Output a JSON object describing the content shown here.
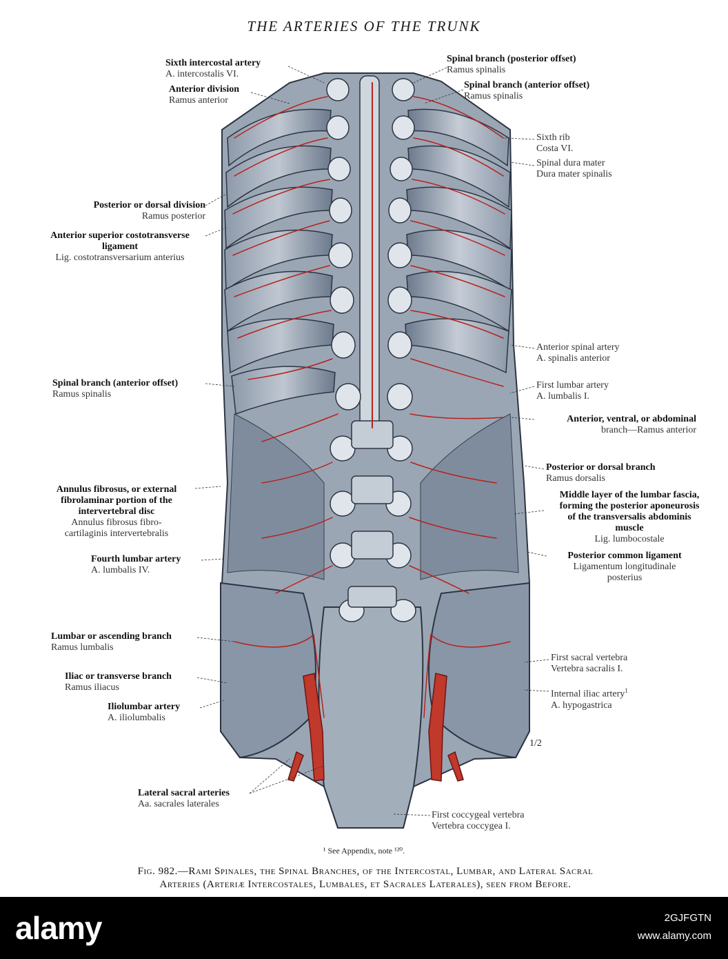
{
  "title": "THE ARTERIES OF THE TRUNK",
  "labels": {
    "sixth_intercostal": {
      "en": "Sixth intercostal artery",
      "la": "A. intercostalis VI."
    },
    "anterior_division": {
      "en": "Anterior division",
      "la": "Ramus anterior"
    },
    "spinal_posterior_offset": {
      "en": "Spinal branch (posterior offset)",
      "la": "Ramus spinalis"
    },
    "spinal_anterior_offset_top": {
      "en": "Spinal branch (anterior offset)",
      "la": "Ramus spinalis"
    },
    "sixth_rib": {
      "en": "Sixth rib",
      "la": "Costa VI."
    },
    "spinal_dura": {
      "en": "Spinal dura mater",
      "la": "Dura mater spinalis"
    },
    "posterior_dorsal_division": {
      "en": "Posterior or dorsal division",
      "la": "Ramus posterior"
    },
    "costotransverse": {
      "en1": "Anterior superior costotransverse",
      "en2": "ligament",
      "la": "Lig. costotransversarium anterius"
    },
    "anterior_spinal_artery": {
      "en": "Anterior spinal artery",
      "la": "A. spinalis anterior"
    },
    "spinal_anterior_offset_left": {
      "en": "Spinal branch (anterior offset)",
      "la": "Ramus spinalis"
    },
    "first_lumbar": {
      "en": "First lumbar artery",
      "la": "A. lumbalis I."
    },
    "abdominal_branch": {
      "en": "Anterior, ventral, or abdominal",
      "la": "branch—Ramus anterior"
    },
    "posterior_dorsal_branch": {
      "en": "Posterior or dorsal branch",
      "la": "Ramus dorsalis"
    },
    "annulus": {
      "en1": "Annulus fibrosus, or external",
      "en2": "fibrolaminar portion of the",
      "en3": "intervertebral disc",
      "la1": "Annulus fibrosus fibro-",
      "la2": "cartilaginis intervertebralis"
    },
    "lumbar_fascia": {
      "en1": "Middle layer of the lumbar fascia,",
      "en2": "forming the posterior aponeurosis",
      "en3": "of the transversalis abdominis",
      "en4": "muscle",
      "la": "Lig. lumbocostale"
    },
    "fourth_lumbar": {
      "en": "Fourth lumbar artery",
      "la": "A. lumbalis IV."
    },
    "posterior_common_ligament": {
      "en": "Posterior common ligament",
      "la1": "Ligamentum longitudinale",
      "la2": "posterius"
    },
    "lumbar_ascending": {
      "en": "Lumbar or ascending branch",
      "la": "Ramus lumbalis"
    },
    "first_sacral": {
      "en": "First sacral vertebra",
      "la": "Vertebra sacralis I."
    },
    "iliac_transverse": {
      "en": "Iliac or transverse branch",
      "la": "Ramus iliacus"
    },
    "internal_iliac": {
      "en": "Internal iliac artery",
      "sup": "1",
      "la": "A. hypogastrica"
    },
    "iliolumbar": {
      "en": "Iliolumbar artery",
      "la": "A. iliolumbalis"
    },
    "lateral_sacral": {
      "en": "Lateral sacral arteries",
      "la": "Aa. sacrales laterales"
    },
    "first_coccygeal": {
      "en": "First coccygeal vertebra",
      "la": "Vertebra coccygea I."
    }
  },
  "scale": "1/2",
  "footnote": "¹ See Appendix, note ¹²⁰.",
  "caption_line1": "Fig. 982.—Rami Spinales, the Spinal Branches, of the Intercostal, Lumbar, and Lateral Sacral",
  "caption_line2": "Arteries (Arteriæ Intercostales, Lumbales, et Sacrales Laterales), seen from Before.",
  "banner": {
    "logo": "alamy",
    "image_id": "2GJFGTN",
    "url": "www.alamy.com"
  },
  "colors": {
    "artery": "#b8211d",
    "bone": "#dfe5ea",
    "muscle": "#6f7f93",
    "shadow": "#2c3442"
  }
}
